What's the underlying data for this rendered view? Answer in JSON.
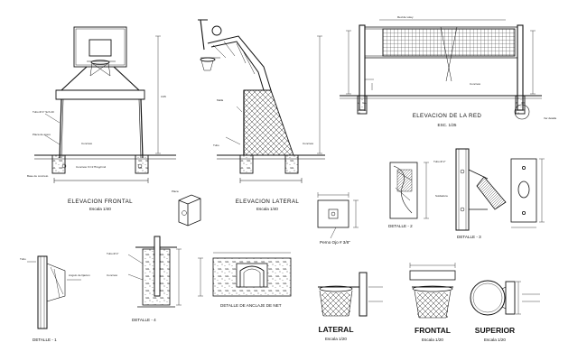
{
  "drawings": {
    "front_elevation": {
      "title": "ELEVACION FRONTAL",
      "scale": "Escala 1/40"
    },
    "side_elevation": {
      "title": "ELEVACION LATERAL",
      "scale": "Escala 1/40"
    },
    "net_elevation": {
      "title": "ELEVACION DE LA RED",
      "scale": "ESC. 1/25"
    },
    "detail_1": {
      "title": "DETALLE - 1"
    },
    "detail_2": {
      "title": "DETALLE - 2"
    },
    "detail_3": {
      "title": "DETALLE - 3"
    },
    "detail_4": {
      "title": "DETALLE - 4"
    },
    "net_hook_detail": {
      "title": "DETALLE DE ANCLAJE DE NET"
    },
    "anchor_plate": {
      "label": "Perno Ojo # 3/8\""
    },
    "hoop_lateral": {
      "title": "LATERAL",
      "scale": "Escala 1/20"
    },
    "hoop_frontal": {
      "title": "FRONTAL",
      "scale": "Escala 1/20"
    },
    "hoop_superior": {
      "title": "SUPERIOR",
      "scale": "Escala 1/20"
    }
  },
  "colors": {
    "line": "#111111",
    "background": "#ffffff"
  }
}
